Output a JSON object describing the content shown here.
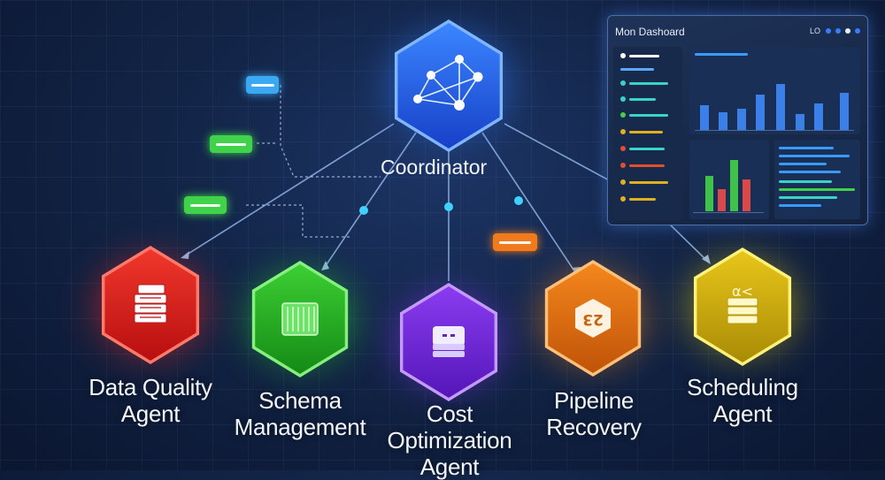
{
  "coordinator": {
    "label": "Coordinator",
    "color": "#1f63ea"
  },
  "agents": [
    {
      "label": "Data Quality Agent",
      "icon": "database-stack-icon",
      "color": "#e0261f"
    },
    {
      "label": "Schema Management",
      "icon": "schema-grid-icon",
      "color": "#2fc22a"
    },
    {
      "label": "Cost Optimization Agent",
      "icon": "server-box-icon",
      "color": "#7a2ee0"
    },
    {
      "label": "Pipeline Recovery",
      "icon": "recovery-cube-icon",
      "color": "#f07d10"
    },
    {
      "label": "Scheduling Agent",
      "icon": "scheduling-stack-icon",
      "color": "#e6c20f"
    }
  ],
  "dashboard": {
    "title": "Mon Dashoard",
    "control_text": "LO"
  },
  "colors": {
    "link": "#8fb4e6",
    "node_dot": "#3fd2ff",
    "chip_blue": "#3aa8f2",
    "chip_green": "#3fd24a",
    "chip_orange": "#f07a1c"
  }
}
